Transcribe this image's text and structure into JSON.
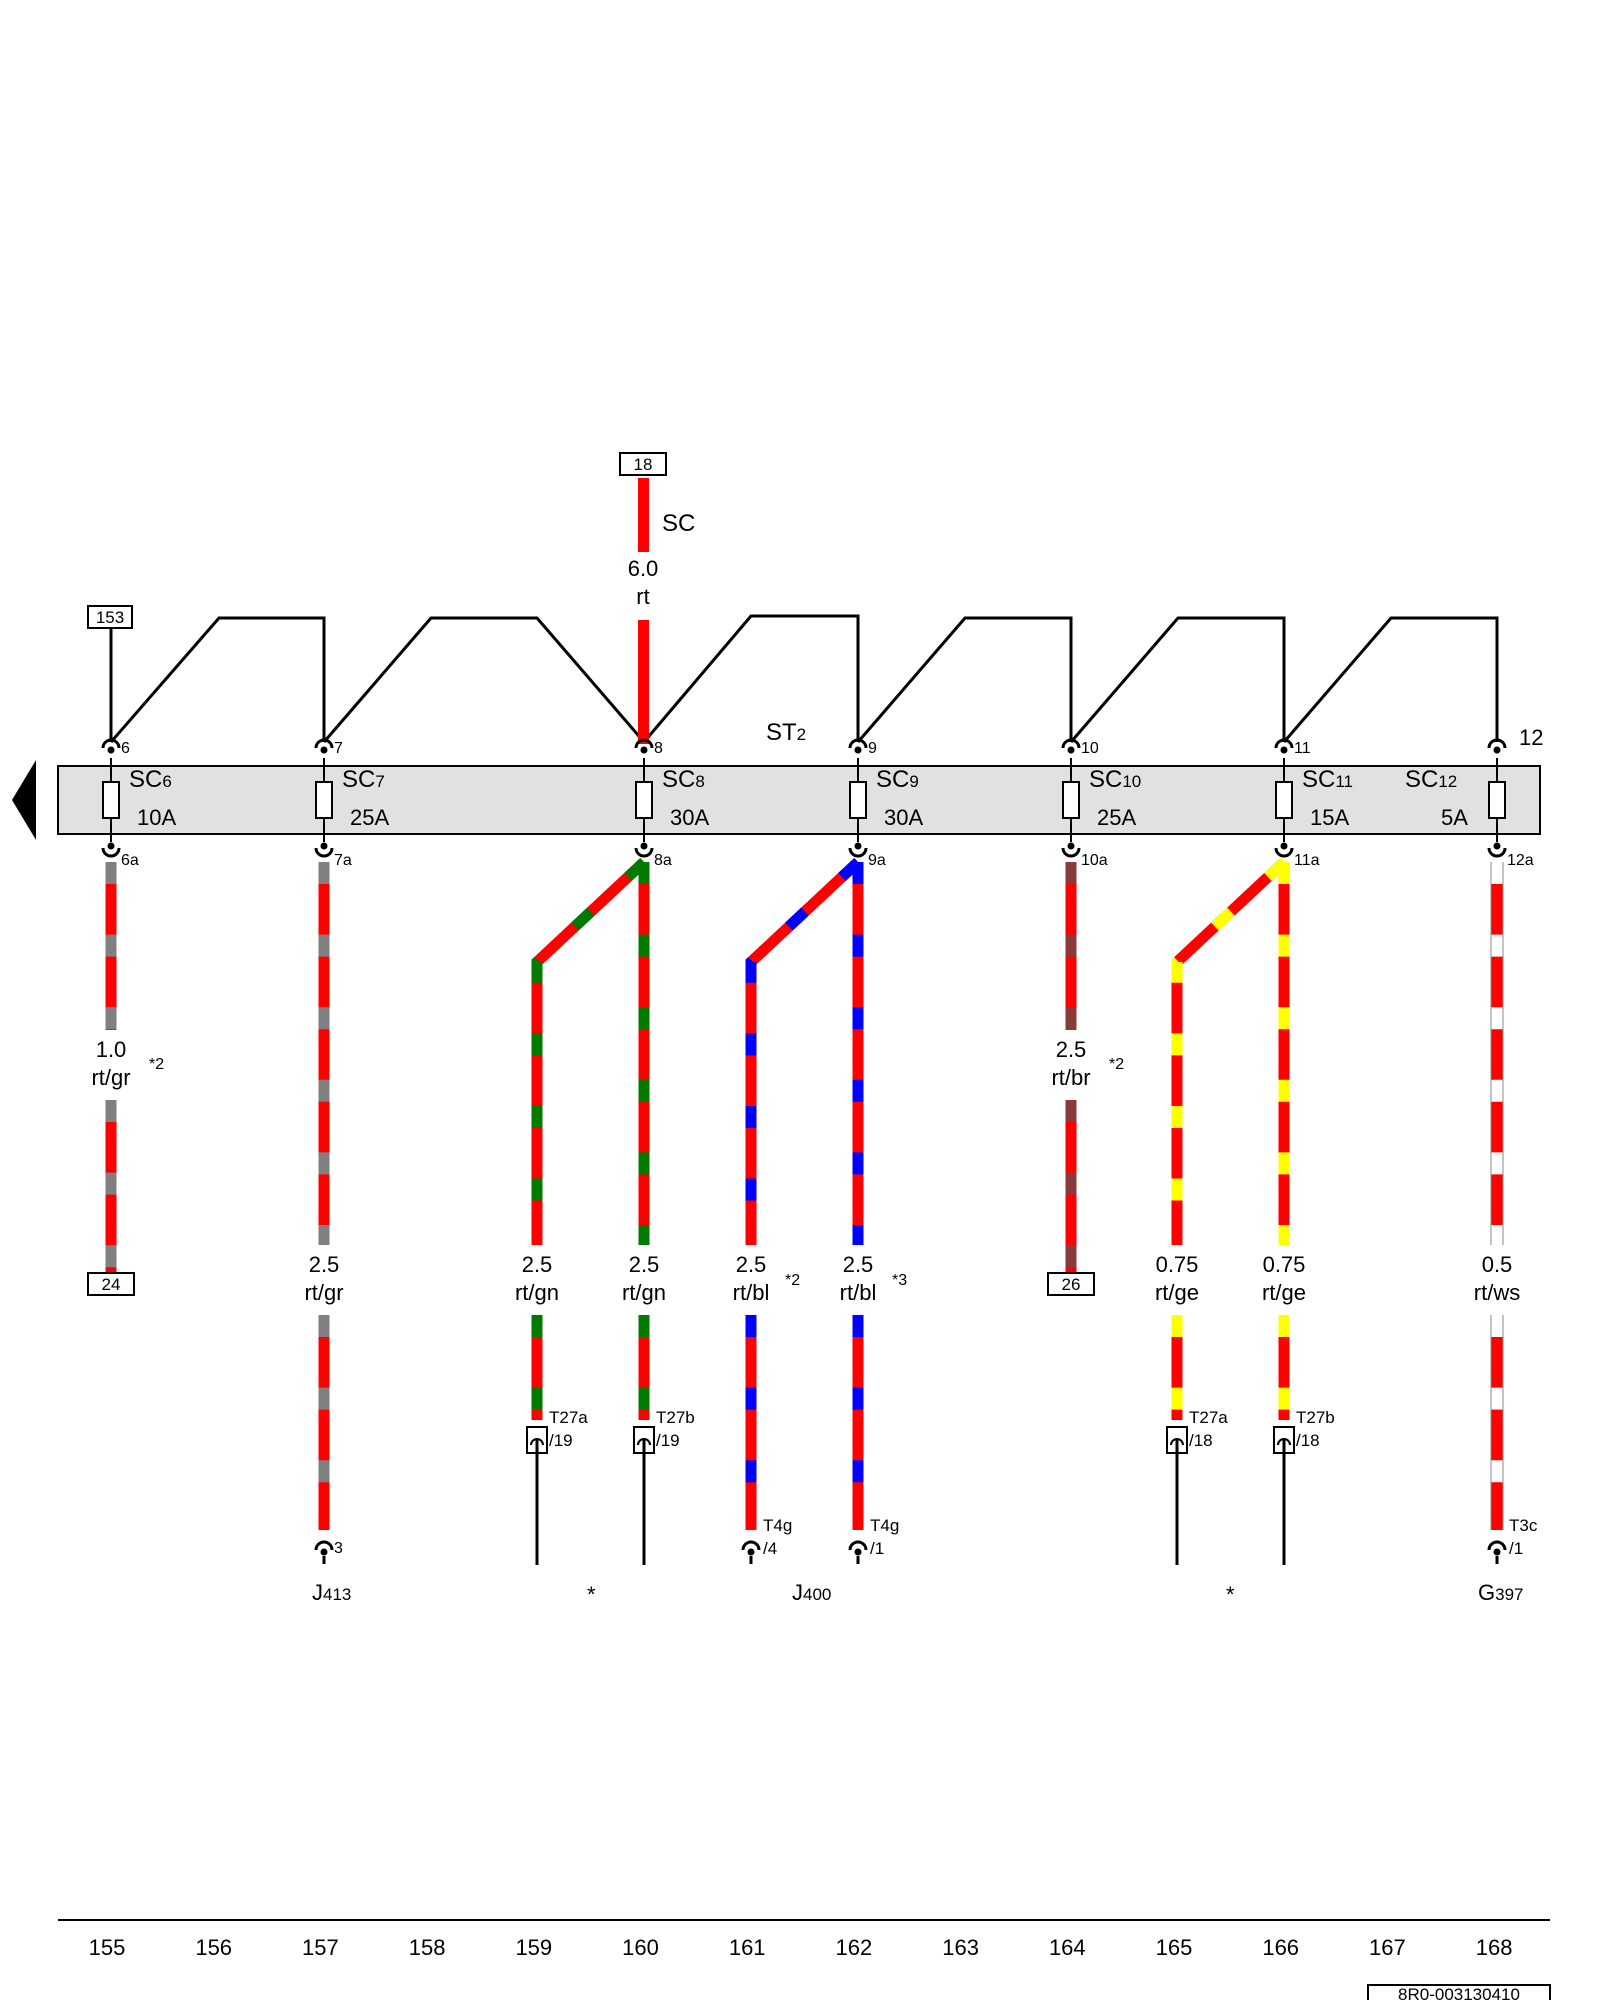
{
  "colors": {
    "rt": "#ff0000",
    "gr": "#808080",
    "gn": "#007a00",
    "bl": "#0000ff",
    "ge": "#ffff00",
    "ws": "#ffffff",
    "br": "#8b3a3a",
    "bar_fill": "#e1e1e1"
  },
  "feed": {
    "ref_top": "18",
    "label": "SC",
    "size": "6.0",
    "color": "rt",
    "ref_left": "153",
    "strip_label_main": "ST",
    "strip_label_sub": "2",
    "arrow_icon": "left-triangle-icon"
  },
  "fuses": [
    {
      "id": "SC6",
      "main": "SC",
      "sub": "6",
      "amps": "10A",
      "pin_top": "6",
      "pin_bottom": "6a"
    },
    {
      "id": "SC7",
      "main": "SC",
      "sub": "7",
      "amps": "25A",
      "pin_top": "7",
      "pin_bottom": "7a"
    },
    {
      "id": "SC8",
      "main": "SC",
      "sub": "8",
      "amps": "30A",
      "pin_top": "8",
      "pin_bottom": "8a"
    },
    {
      "id": "SC9",
      "main": "SC",
      "sub": "9",
      "amps": "30A",
      "pin_top": "9",
      "pin_bottom": "9a"
    },
    {
      "id": "SC10",
      "main": "SC",
      "sub": "10",
      "amps": "25A",
      "pin_top": "10",
      "pin_bottom": "10a"
    },
    {
      "id": "SC11",
      "main": "SC",
      "sub": "11",
      "amps": "15A",
      "pin_top": "11",
      "pin_bottom": "11a"
    },
    {
      "id": "SC12",
      "main": "SC",
      "sub": "12",
      "amps": "5A",
      "pin_top": "12",
      "pin_bottom": "12a"
    }
  ],
  "wires": [
    {
      "size": "1.0",
      "color": "rt/gr",
      "note": "*2",
      "ref_bottom": "24"
    },
    {
      "size": "2.5",
      "color": "rt/gr",
      "pin": "3"
    },
    {
      "size": "2.5",
      "color": "rt/gn",
      "connector": "T27a",
      "pin": "/19"
    },
    {
      "size": "2.5",
      "color": "rt/gn",
      "connector": "T27b",
      "pin": "/19"
    },
    {
      "size": "2.5",
      "color": "rt/bl",
      "note": "*2",
      "connector": "T4g",
      "pin": "/4"
    },
    {
      "size": "2.5",
      "color": "rt/bl",
      "note": "*3",
      "connector": "T4g",
      "pin": "/1"
    },
    {
      "size": "2.5",
      "color": "rt/br",
      "note": "*2",
      "ref_bottom": "26"
    },
    {
      "size": "0.75",
      "color": "rt/ge",
      "connector": "T27a",
      "pin": "/18"
    },
    {
      "size": "0.75",
      "color": "rt/ge",
      "connector": "T27b",
      "pin": "/18"
    },
    {
      "size": "0.5",
      "color": "rt/ws",
      "connector": "T3c",
      "pin": "/1"
    }
  ],
  "components": [
    {
      "main": "J",
      "sub": "413"
    },
    {
      "main": "*"
    },
    {
      "main": "J",
      "sub": "400"
    },
    {
      "main": "*"
    },
    {
      "main": "G",
      "sub": "397"
    }
  ],
  "columns": [
    "155",
    "156",
    "157",
    "158",
    "159",
    "160",
    "161",
    "162",
    "163",
    "164",
    "165",
    "166",
    "167",
    "168"
  ],
  "diagram_ref": "8R0-003130410"
}
